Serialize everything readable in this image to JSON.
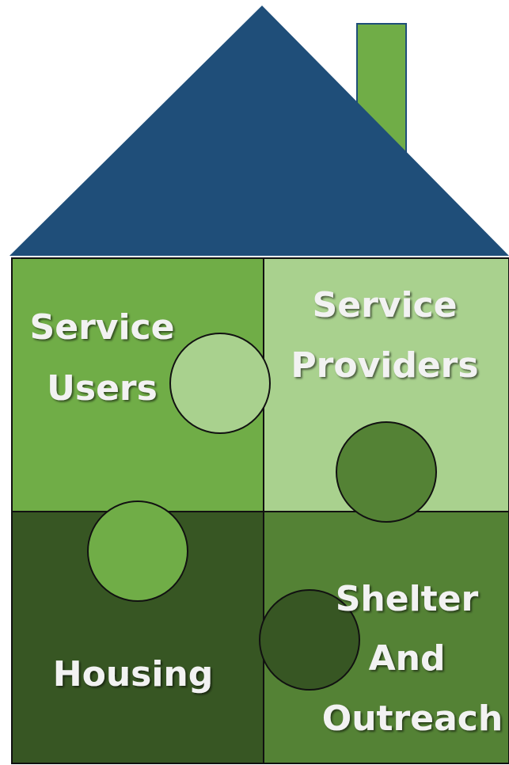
{
  "colors": {
    "roof": "#1f4e79",
    "chimney": "#70ad47",
    "service_users": "#70ad47",
    "service_providers": "#a9d18e",
    "housing": "#375623",
    "shelter_outreach": "#548235",
    "outline": "#111111"
  },
  "pieces": {
    "service_users": {
      "line1": "Service",
      "line2": "Users"
    },
    "service_providers": {
      "line1": "Service",
      "line2": "Providers"
    },
    "housing": {
      "line1": "Housing"
    },
    "shelter_outreach": {
      "line1": "Shelter",
      "line2": "And",
      "line3": "Outreach"
    }
  }
}
